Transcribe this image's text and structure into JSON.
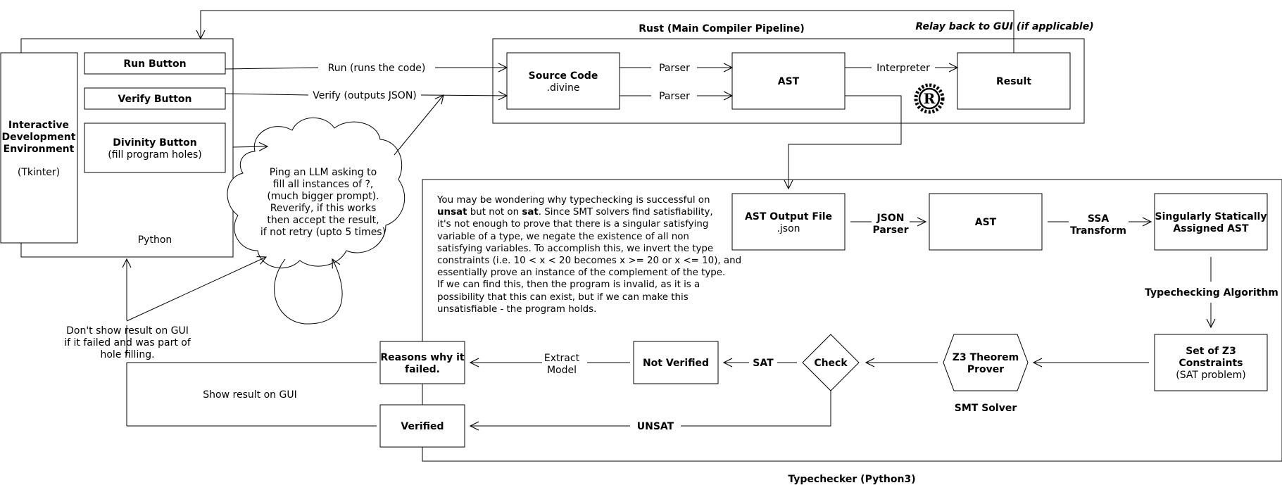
{
  "frames": {
    "python_label": "Python",
    "rust_title": "Rust (Main Compiler Pipeline)",
    "typechecker_title": "Typechecker (Python3)"
  },
  "ide": {
    "line1": "Interactive",
    "line2": "Development",
    "line3": "Environment",
    "line4": "(Tkinter)"
  },
  "buttons": {
    "run": "Run Button",
    "verify": "Verify Button",
    "divinity": "Divinity Button",
    "divinity_sub": "(fill program holes)"
  },
  "edges": {
    "run": "Run (runs the code)",
    "verify": "Verify (outputs JSON)",
    "parser1": "Parser",
    "parser2": "Parser",
    "interpreter": "Interpreter",
    "relay": "Relay back to GUI (if applicable)",
    "json_parser_1": "JSON",
    "json_parser_2": "Parser",
    "ssa_1": "SSA",
    "ssa_2": "Transform",
    "typechecking": "Typechecking Algorithm",
    "sat": "SAT",
    "unsat": "UNSAT",
    "extract_1": "Extract",
    "extract_2": "Model",
    "dont_show_1": "Don't show result on GUI",
    "dont_show_2": "if it failed and was part of",
    "dont_show_3": "hole filling.",
    "show_result": "Show result on GUI"
  },
  "cloud": {
    "lines": [
      "Ping an LLM asking to",
      "fill all instances of ?,",
      "(much bigger prompt).",
      "Reverify, if this works",
      "then accept the result,",
      "if not retry (upto 5 times)"
    ]
  },
  "rust": {
    "source_code": "Source Code",
    "source_ext": ".divine",
    "ast": "AST",
    "result": "Result",
    "logo_letter": "R",
    "logo_icon": "rust-logo-icon"
  },
  "typechecker": {
    "ast_output_1": "AST Output File",
    "ast_output_2": ".json",
    "ast": "AST",
    "ssa_1": "Singularly Statically",
    "ssa_2": "Assigned AST",
    "z3c_1": "Set of Z3",
    "z3c_2": "Constraints",
    "z3c_3": "(SAT problem)",
    "prover_1": "Z3 Theorem",
    "prover_2": "Prover",
    "smt_solver": "SMT Solver",
    "check": "Check",
    "not_verified": "Not Verified",
    "reasons_1": "Reasons why it",
    "reasons_2": "failed.",
    "verified": "Verified"
  },
  "explanation": {
    "l1": "You may be wondering why typechecking is successful on",
    "l2_b1": "unsat",
    "l2_t1": " but not on ",
    "l2_b2": "sat",
    "l2_t2": ". Since SMT solvers find satisfiability,",
    "l3": "it's not enough to prove that there is a singular satisfying",
    "l4": "variable of a type, we negate the existence of all non",
    "l5": "satisfying variables. To accomplish this, we invert the type",
    "l6": "constraints (i.e. 10 < x < 20 becomes x >= 20 or x <= 10), and",
    "l7": "essentially prove an instance of the complement of the type.",
    "l8": "If we can find this, then the program is invalid, as it is a",
    "l9": "possibility that this can exist, but if we can make this",
    "l10": "unsatisfiable - the program holds."
  }
}
